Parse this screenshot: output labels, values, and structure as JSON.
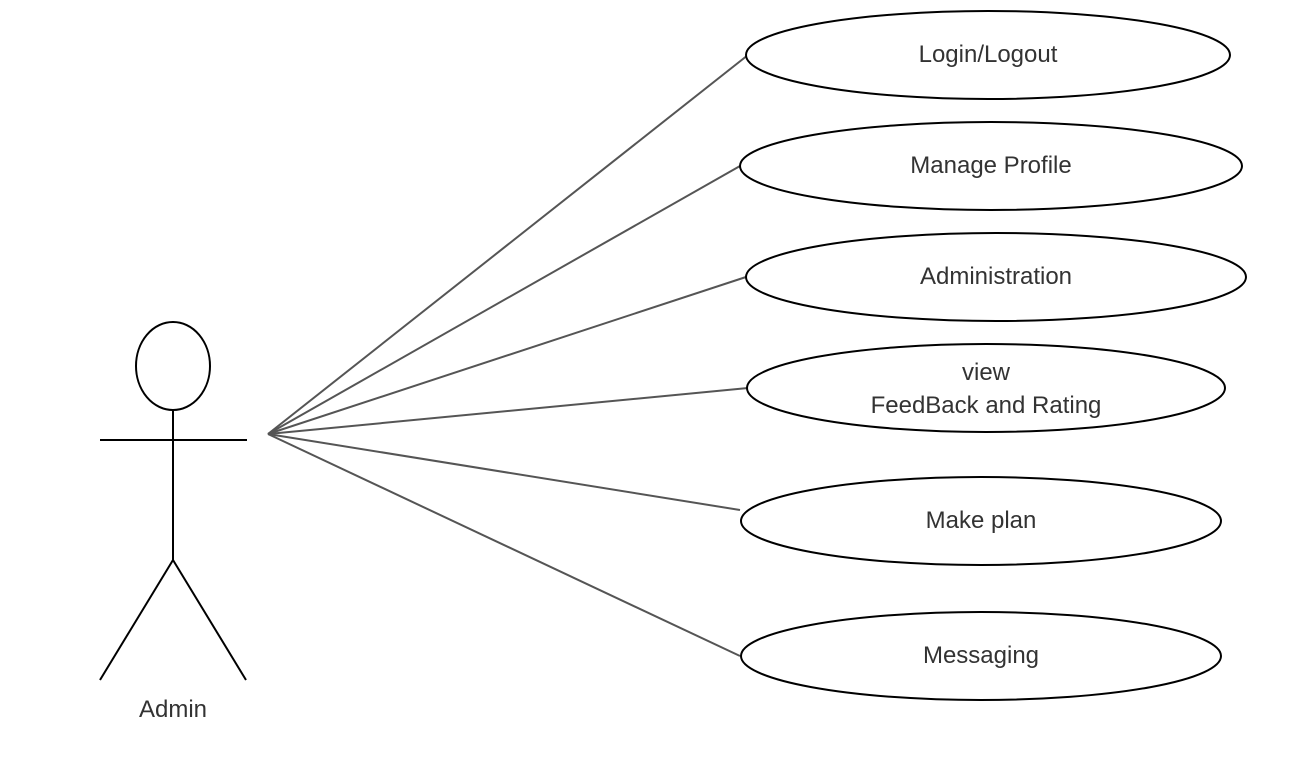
{
  "actor": {
    "name": "Admin"
  },
  "use_cases": [
    {
      "lines": [
        "Login/Logout"
      ]
    },
    {
      "lines": [
        "Manage Profile"
      ]
    },
    {
      "lines": [
        "Administration"
      ]
    },
    {
      "lines": [
        "view",
        "FeedBack and Rating"
      ]
    },
    {
      "lines": [
        "Make plan"
      ]
    },
    {
      "lines": [
        "Messaging"
      ]
    }
  ],
  "colors": {
    "stroke": "#000000",
    "association": "#555555",
    "text": "#333333"
  }
}
